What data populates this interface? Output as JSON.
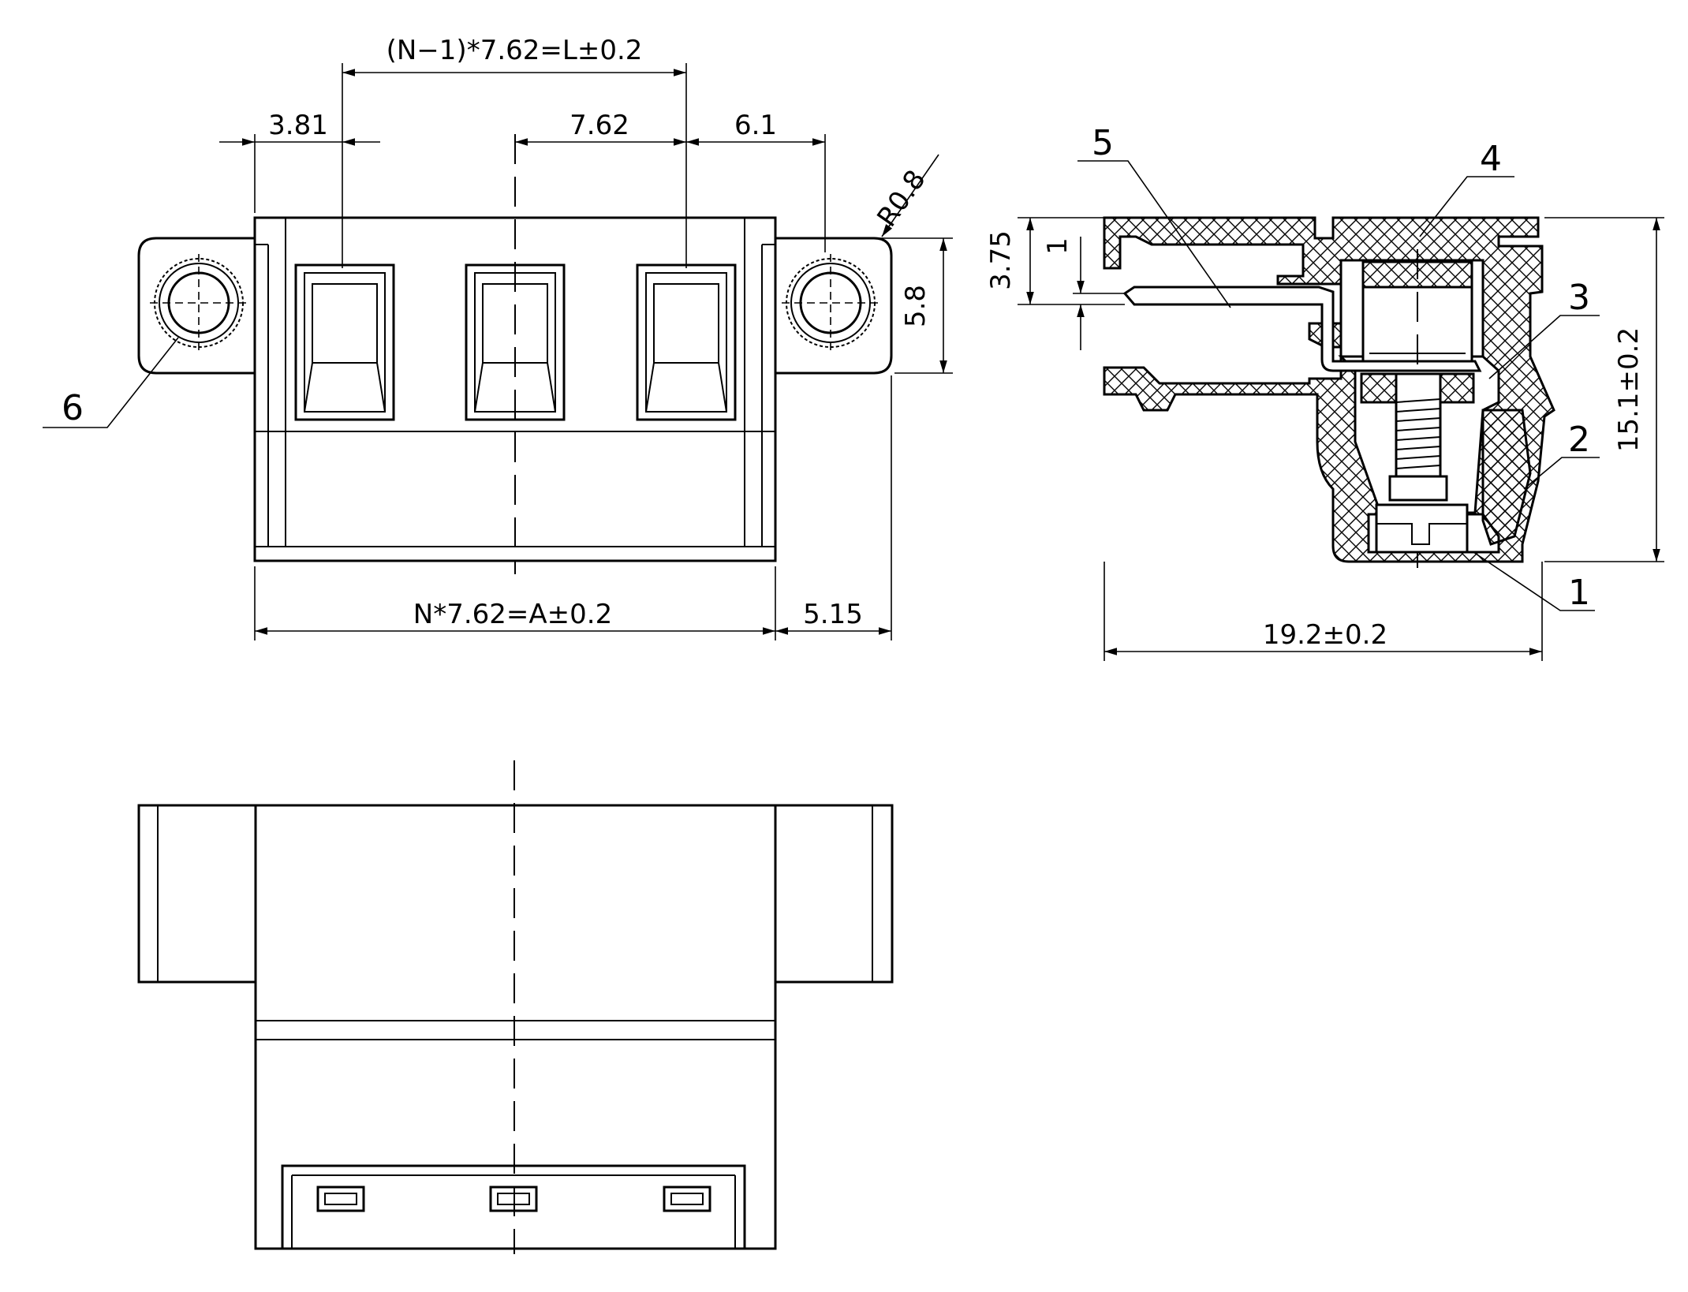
{
  "dimensions": {
    "pitch_length": "(N−1)*7.62=L±0.2",
    "left_offset": "3.81",
    "pitch": "7.62",
    "right_offset": "6.1",
    "radius": "R0.8",
    "flange_height": "5.8",
    "total_length": "N*7.62=A±0.2",
    "flange_width": "5.15",
    "side_top": "3.75",
    "side_pin": "1",
    "side_height": "15.1±0.2",
    "side_depth": "19.2±0.2"
  },
  "callouts": {
    "front_flange": "6",
    "side_pin": "5",
    "side_housing": "4",
    "side_clamp": "3",
    "side_body": "2",
    "side_screw": "1"
  },
  "colors": {
    "line": "#000000",
    "background": "#ffffff"
  }
}
